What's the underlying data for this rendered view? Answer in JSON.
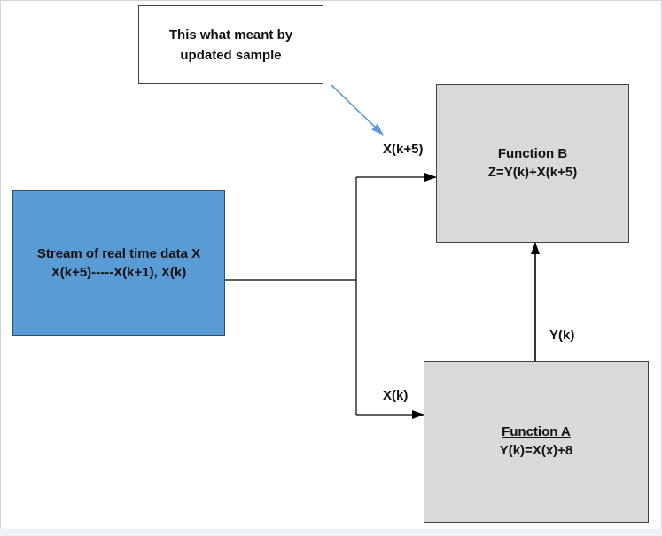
{
  "note": {
    "lines": [
      "This what meant by",
      "updated sample"
    ]
  },
  "stream_box": {
    "lines": [
      "Stream of real time data X",
      "X(k+5)-----X(k+1), X(k)"
    ]
  },
  "function_b": {
    "name": "Function B",
    "formula": "Z=Y(k)+X(k+5)"
  },
  "function_a": {
    "name": "Function A",
    "formula": "Y(k)=X(x)+8"
  },
  "edge_labels": {
    "x_k_plus_5": "X(k+5)",
    "x_k": "X(k)",
    "y_k": "Y(k)"
  },
  "colors": {
    "stream_fill": "#5b9bd5",
    "function_fill": "#d9d9d9",
    "note_arrow": "#5b9bd5",
    "connector": "#000000"
  }
}
